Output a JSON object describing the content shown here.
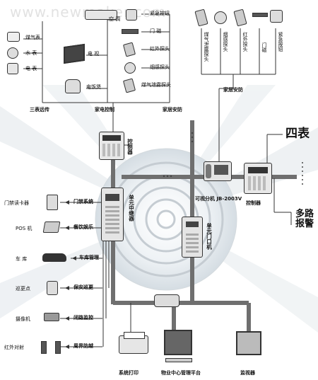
{
  "watermark": "www.newmaker.com",
  "left_group": {
    "meters": [
      "煤气表",
      "水  表",
      "电  表"
    ],
    "title": "三表远传"
  },
  "appliances": {
    "items": [
      "空  调",
      "电  视",
      "电饭煲"
    ],
    "title": "家电控制"
  },
  "security_top": {
    "items": [
      "紧急按钮",
      "门  磁",
      "红外探头",
      "烟感探头",
      "煤气泄露探头"
    ],
    "title": "家居安防"
  },
  "security_right": {
    "items": [
      "煤气泄露探头",
      "烟感探头",
      "红外探头",
      "门磁",
      "紧急按钮"
    ],
    "title": "家居安防"
  },
  "controller_top": "控制器",
  "controller_right": "控制器",
  "video_phone": "可视分机 JB-2003V",
  "four_meters": "四表",
  "alarm": "多路\n报警",
  "unit_relay": "单元中继器",
  "unit_door": "单元门口机",
  "subsystems": [
    {
      "left": "门禁读卡器",
      "right": "门禁系统"
    },
    {
      "left": "POS 机",
      "right": "餐饮娱乐"
    },
    {
      "left": "车  库",
      "right": "车库管理"
    },
    {
      "left": "巡更点",
      "right": "保安巡更"
    },
    {
      "left": "摄像机",
      "right": "闭路监控"
    },
    {
      "left": "红外对射",
      "right": "周界防越"
    }
  ],
  "bottom": {
    "printer": "系统打印",
    "platform": "物业中心管理平台",
    "monitor": "监视器"
  }
}
